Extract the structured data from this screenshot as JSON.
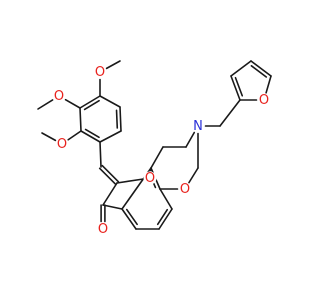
{
  "colors": {
    "bond": "#1a1a1a",
    "carbon": "#1a1a1a",
    "oxygen": "#e8211c",
    "nitrogen": "#2a30d8",
    "background": "#ffffff"
  },
  "atom_labels": {
    "oxygen": "O",
    "nitrogen": "N"
  },
  "molecule": {
    "atoms": [
      {
        "id": "a1",
        "element": "O"
      },
      {
        "id": "a2",
        "element": "N"
      },
      {
        "id": "a3",
        "element": "O"
      },
      {
        "id": "a4",
        "element": "O"
      },
      {
        "id": "a5",
        "element": "O"
      },
      {
        "id": "a6",
        "element": "O"
      },
      {
        "id": "a7",
        "element": "O"
      },
      {
        "id": "a8",
        "element": "O"
      }
    ]
  }
}
